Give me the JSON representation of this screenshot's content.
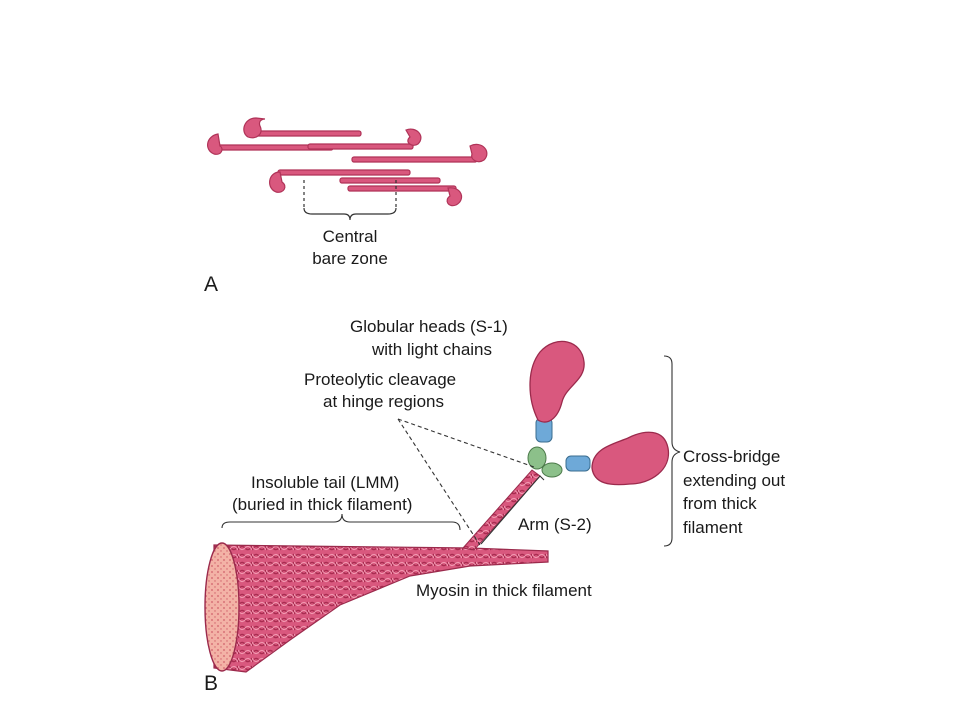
{
  "panel_a": {
    "letter": "A",
    "label_line1": "Central",
    "label_line2": "bare zone"
  },
  "panel_b": {
    "letter": "B",
    "heads_line1": "Globular heads (S-1)",
    "heads_line2": "with light chains",
    "cleavage_line1": "Proteolytic cleavage",
    "cleavage_line2": "at hinge regions",
    "tail_line1": "Insoluble tail (LMM)",
    "tail_line2": "(buried in thick filament)",
    "arm": "Arm (S-2)",
    "crossbridge_line1": "Cross-bridge",
    "crossbridge_line2": "extending out",
    "crossbridge_line3": "from thick",
    "crossbridge_line4": "filament",
    "myosin": "Myosin in thick filament"
  },
  "colors": {
    "myosin_fill": "#d9587e",
    "myosin_dark": "#b03358",
    "end_face": "#f3b2a6",
    "light_chain_blue": "#6ea9d8",
    "light_chain_green": "#8cc08a"
  }
}
